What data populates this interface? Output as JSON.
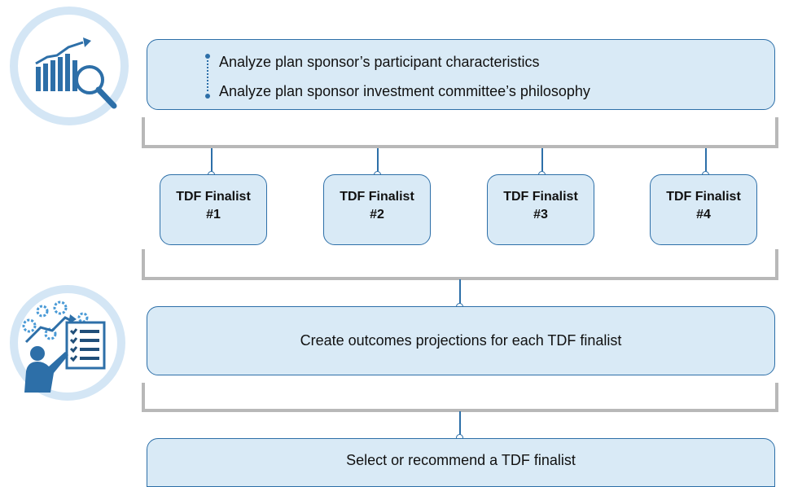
{
  "top": {
    "lines": [
      "Analyze plan sponsor’s participant characteristics",
      "Analyze plan sponsor investment committee’s philosophy"
    ]
  },
  "finalists": [
    {
      "line1": "TDF Finalist",
      "line2": "#1"
    },
    {
      "line1": "TDF Finalist",
      "line2": "#2"
    },
    {
      "line1": "TDF Finalist",
      "line2": "#3"
    },
    {
      "line1": "TDF Finalist",
      "line2": "#4"
    }
  ],
  "projections": {
    "text": "Create outcomes projections for each TDF finalist"
  },
  "select": {
    "text": "Select or recommend a TDF finalist"
  },
  "colors": {
    "box_fill": "#d9eaf6",
    "box_border": "#2d6fa8",
    "bracket": "#b8b8b8",
    "icon_ring": "#d4e6f5"
  },
  "icons": {
    "analyze": "bar-chart-magnifier-icon",
    "project": "presenter-checklist-icon"
  }
}
